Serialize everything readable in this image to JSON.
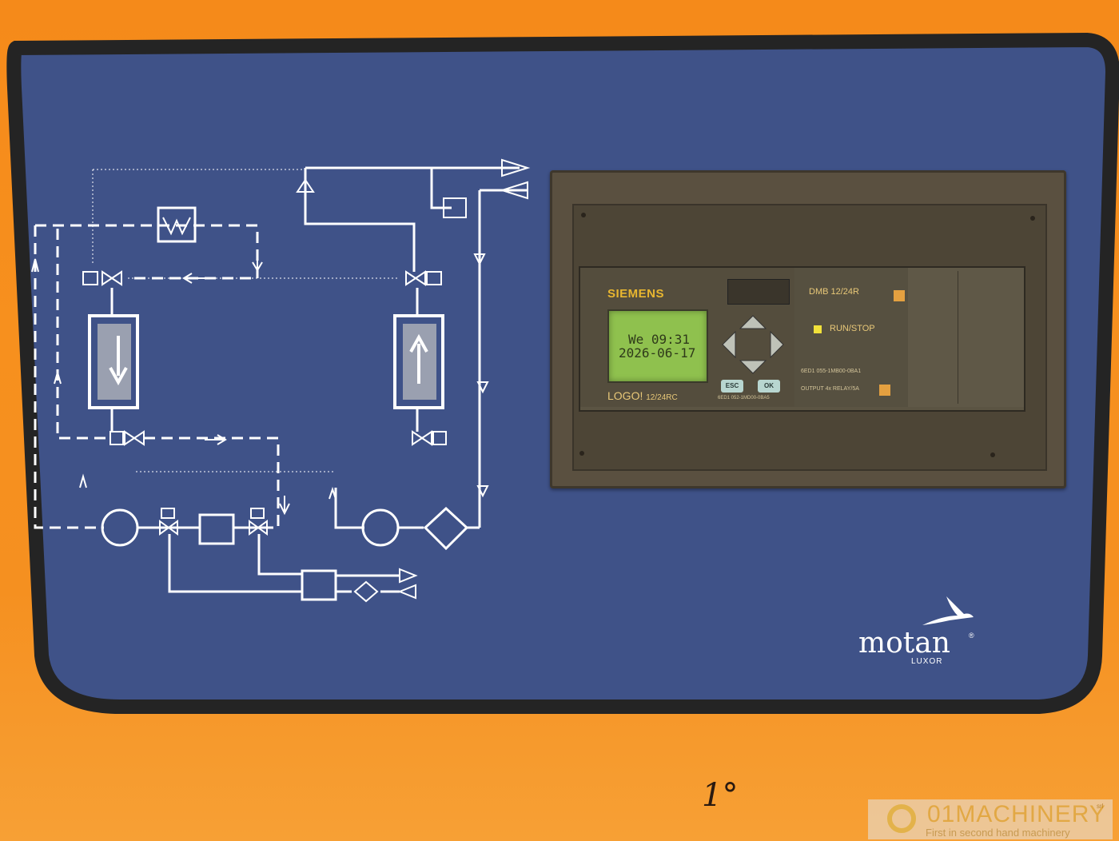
{
  "plc": {
    "brand": "SIEMENS",
    "lcd_line1": "We 09:31",
    "lcd_line2": "2026-06-17",
    "model_main": "LOGO!",
    "model_sub": "12/24RC",
    "esc_label": "ESC",
    "ok_label": "OK",
    "partno_left": "6ED1 052-1MD00-0BA5",
    "expansion_model": "DMB 12/24R",
    "run_stop": "RUN/STOP",
    "partno_mid": "6ED1 055-1MB00-0BA1",
    "output_label": "OUTPUT 4x RELAY/5A"
  },
  "brand": {
    "name": "motan",
    "registered": "®",
    "model": "LUXOR"
  },
  "handwritten": "1°",
  "watermark": {
    "name": "01MACHINERY",
    "suffix": "srl",
    "tagline": "First in second hand machinery"
  },
  "colors": {
    "housing": "#f58a1a",
    "panel": "#3f5288",
    "seal": "#2a2a2a",
    "schematic": "#ffffff",
    "lcd": "#8fc14e"
  }
}
